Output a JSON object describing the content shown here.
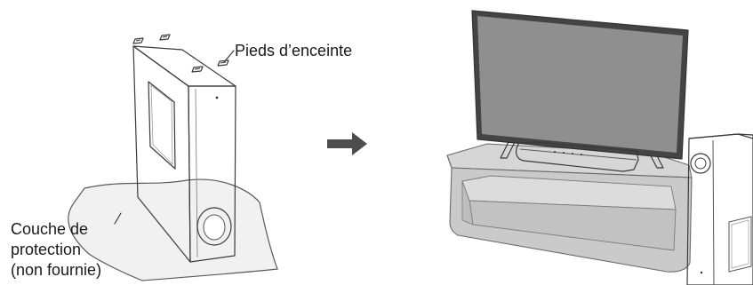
{
  "labels": {
    "speaker_feet": "Pieds d’enceinte",
    "protective_sheet_line1": "Couche de",
    "protective_sheet_line2": "protection",
    "protective_sheet_line3": "(non fournie)"
  },
  "icons": {
    "arrow": "arrow-right-icon"
  },
  "colors": {
    "line": "#3a3a3a",
    "screen": "#8f8f8f",
    "cloth": "#f1f1f1",
    "tv_stand": "#cfcfcf",
    "arrow": "#4d4d4d"
  }
}
